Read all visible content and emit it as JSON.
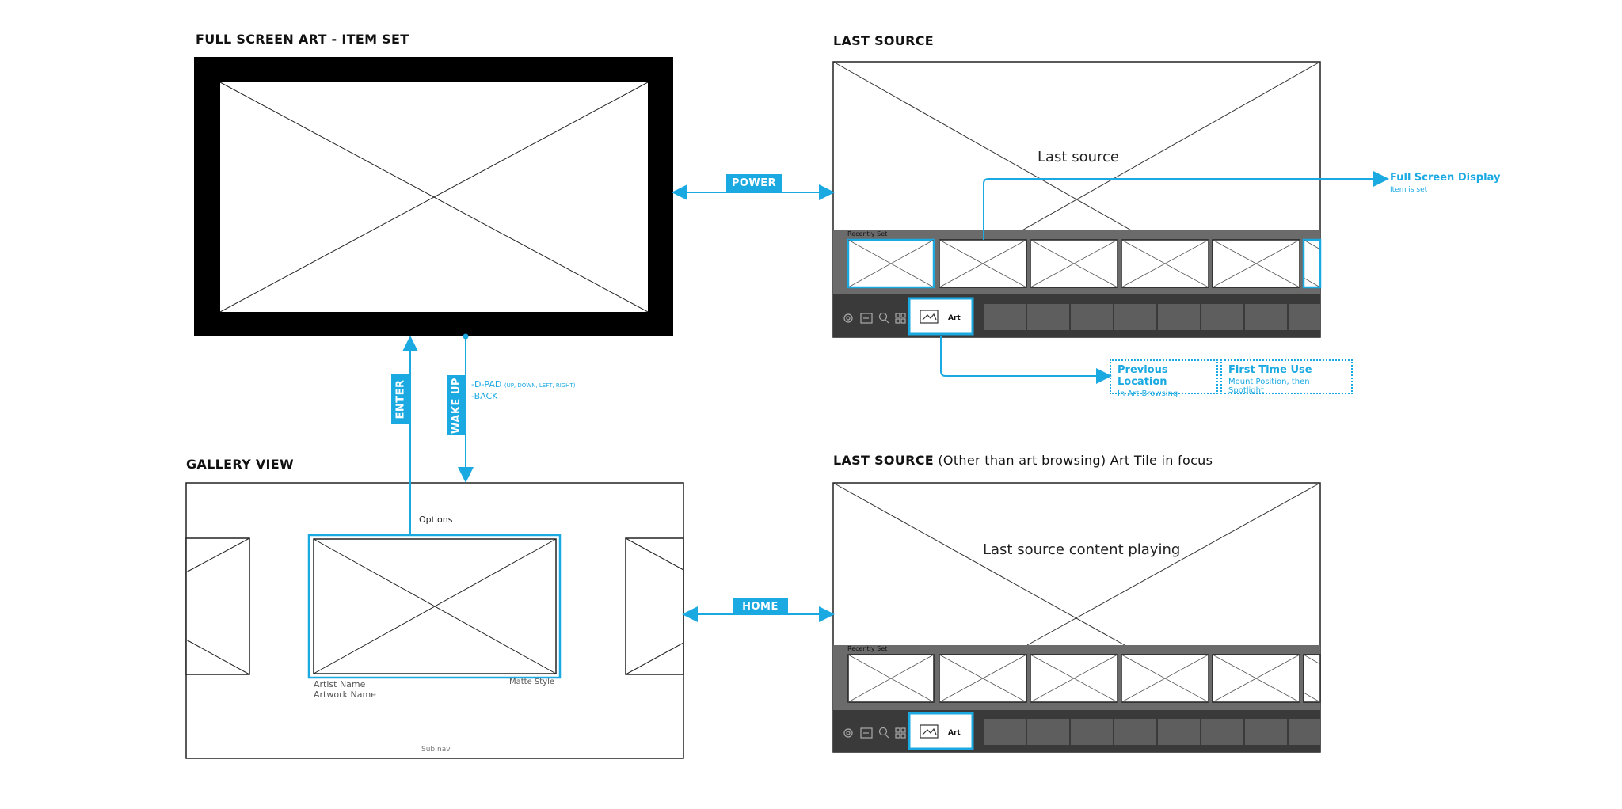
{
  "titles": {
    "full_screen_art": "FULL SCREEN ART - ITEM SET",
    "last_source": "LAST SOURCE",
    "gallery_view": "GALLERY VIEW",
    "last_source_2_bold": "LAST SOURCE",
    "last_source_2_rest": " (Other than art browsing) Art Tile in focus"
  },
  "actions": {
    "power": "POWER",
    "home": "HOME",
    "enter": "ENTER",
    "wake_up": "WAKE UP",
    "dpad_main": "-D-PAD",
    "dpad_detail": "(UP, DOWN, LEFT, RIGHT)",
    "back": "-BACK"
  },
  "last_source_panel": {
    "content_label": "Last source",
    "recently_set": "Recently Set",
    "art_tile": "Art"
  },
  "last_source_panel_2": {
    "content_label": "Last source content playing",
    "recently_set": "Recently Set",
    "art_tile": "Art"
  },
  "full_screen_display": {
    "title": "Full Screen Display",
    "subtitle": "Item is set"
  },
  "destinations": [
    {
      "title": "Previous Location",
      "subtitle": "In Art Browsing"
    },
    {
      "title": "First Time Use",
      "subtitle": "Mount Position, then Spotlight"
    }
  ],
  "gallery": {
    "options": "Options",
    "artist_name": "Artist Name",
    "artwork_name": "Artwork Name",
    "matte_style": "Matte Style",
    "sub_nav": "Sub nav"
  },
  "colors": {
    "accent": "#1ba9e1",
    "frame": "#000000",
    "nav_bar": "#3a3a3a",
    "recent_strip": "#6b6b6b",
    "nav_tile": "#5e5e5e"
  }
}
